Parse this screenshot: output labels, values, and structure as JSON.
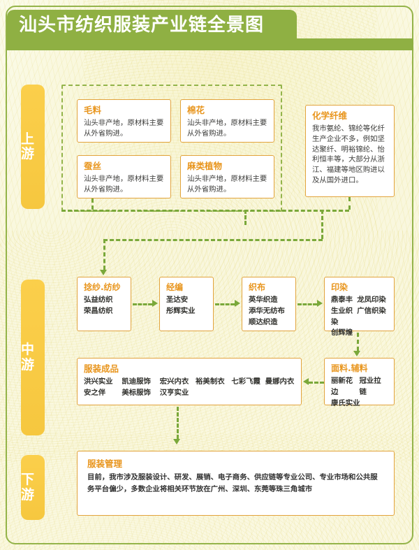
{
  "banner": {
    "title": "汕头市纺织服装产业链全景图"
  },
  "colors": {
    "banner_green": "#8fb043",
    "tab_yellow": "#f6c73f",
    "card_border_orange": "#e2a33c",
    "card_title_orange": "#e8951d",
    "connector_green": "#7aa83a",
    "page_border_green": "#94b44a",
    "page_background": "#faf8e0"
  },
  "stages": {
    "upstream": {
      "label": "上游"
    },
    "midstream": {
      "label": "中游"
    },
    "downstream": {
      "label": "下游"
    }
  },
  "upstream": {
    "cards": [
      {
        "title": "毛料",
        "body": "汕头非产地，原材料主要从外省购进。"
      },
      {
        "title": "棉花",
        "body": "汕头非产地，原材料主要从外省购进。"
      },
      {
        "title": "蚕丝",
        "body": "汕头非产地，原材料主要从外省购进。"
      },
      {
        "title": "麻类植物",
        "body": "汕头非产地，原材料主要从外省购进。"
      }
    ],
    "chemical_fiber": {
      "title": "化学纤维",
      "body": "我市氨纶、锦纶等化纤生产企业不多，例如坚达聚纤、明裕锦纶、怡利恒丰等，大部分从浙江、福建等地区购进以及从国外进口。"
    }
  },
  "midstream": {
    "spinning": {
      "title": "捻纱.纺纱",
      "firms": [
        "弘益纺织",
        "荣昌纺织"
      ]
    },
    "warp_knitting": {
      "title": "经编",
      "firms": [
        "圣达安",
        "彤辉实业"
      ]
    },
    "weaving": {
      "title": "织布",
      "firms": [
        "英华织造",
        "添华无纺布",
        "顺达织造"
      ]
    },
    "dyeing": {
      "title": "印染",
      "firms": [
        "鼎泰丰",
        "龙凤印染",
        "生业织染",
        "广信织染",
        "创辉煌"
      ]
    },
    "garment_products": {
      "title": "服装成品",
      "firms": [
        "洪兴实业",
        "凯迪服饰",
        "宏兴内衣",
        "裕美制衣",
        "七彩飞霞",
        "曼娜内衣",
        "安之伴",
        "美标服饰",
        "汉亨实业"
      ]
    },
    "fabric_accessories": {
      "title": "面料.辅料",
      "firms": [
        "丽新花边",
        "冠业拉链",
        "康氏实业"
      ]
    }
  },
  "downstream": {
    "management": {
      "title": "服装管理",
      "body": "目前，我市涉及服装设计、研发、展销、电子商务、供应链等专业公司、专业市场和公共服务平台偏少，多数企业将相关环节放在广州、深圳、东莞等珠三角城市"
    }
  }
}
